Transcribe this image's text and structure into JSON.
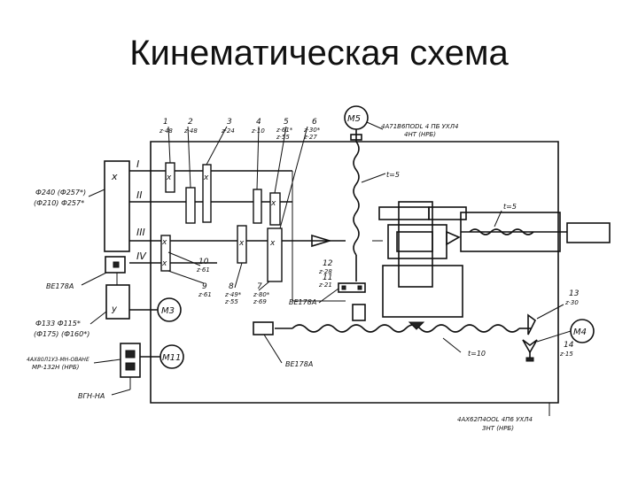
{
  "title": "Кинематическая схема",
  "shafts": [
    "I",
    "II",
    "III",
    "IV"
  ],
  "gears": [
    {
      "num": "1",
      "z": "z·48"
    },
    {
      "num": "2",
      "z": "z·48"
    },
    {
      "num": "3",
      "z": "z·24"
    },
    {
      "num": "4",
      "z": "z·10"
    },
    {
      "num": "5",
      "z1": "z·61*",
      "z2": "z·55"
    },
    {
      "num": "6",
      "z1": "z·30*",
      "z2": "z·27"
    },
    {
      "num": "7",
      "z1": "z·80*",
      "z2": "z·69"
    },
    {
      "num": "8",
      "z1": "z·49*",
      "z2": "z·55"
    },
    {
      "num": "9",
      "z": "z·61"
    },
    {
      "num": "10",
      "z": "z·61"
    },
    {
      "num": "11",
      "z": "z·21"
    },
    {
      "num": "12",
      "z": "z·28"
    },
    {
      "num": "13",
      "z": "z·30"
    },
    {
      "num": "14",
      "z": "z·15"
    }
  ],
  "motors": {
    "m5": {
      "label": "M5",
      "spec1": "4A71B6ПОDL 4 ПБ УХЛ4",
      "spec2": "4НТ (НРБ)"
    },
    "m3": {
      "label": "M3"
    },
    "m11": {
      "label": "M11"
    },
    "m4": {
      "label": "M4",
      "spec1": "4АХ62П4ООL 4П6 УХЛ4",
      "spec2": "3НТ (НРБ)"
    }
  },
  "pulleys": {
    "top1": "Ф240 (Ф257*)",
    "top2": "(Ф210) Ф257*",
    "bottom1": "Ф133  Ф115*",
    "bottom2": "(Ф175) (Ф160*)"
  },
  "components": {
    "be178a_1": "ВЕ178А",
    "be178a_2": "ВЕ178А",
    "be178a_3": "ВЕ178А",
    "reducer1": "4АХ80Л1У3-МН-ОВАНЕ",
    "reducer2": "МР-132Н (НРБ)",
    "bgn": "ВГН-НА"
  },
  "pitch": {
    "t5a": "t=5",
    "t5b": "t=5",
    "t10": "t=10"
  }
}
